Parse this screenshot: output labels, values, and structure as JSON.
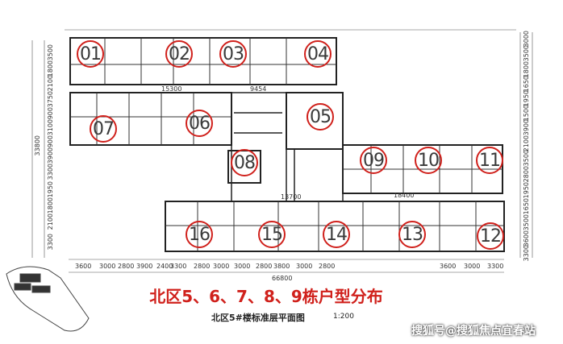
{
  "units": [
    "01",
    "02",
    "03",
    "04",
    "05",
    "06",
    "07",
    "08",
    "09",
    "10",
    "11",
    "12",
    "13",
    "14",
    "15",
    "16"
  ],
  "dims": {
    "bottom": [
      "3600",
      "3000",
      "2800",
      "3900",
      "2400",
      "3300",
      "2800",
      "3000",
      "3000",
      "2800",
      "3800",
      "3000",
      "2800",
      "3600",
      "3000",
      "3300"
    ],
    "total": "66800",
    "mid_top": [
      "15300",
      "9454"
    ],
    "mid_bottom": [
      "13700",
      "18400"
    ],
    "right": [
      "3000",
      "3500",
      "1800",
      "1650",
      "1950",
      "1500",
      "3900",
      "2100",
      "3500",
      "2800",
      "1950",
      "1650",
      "3500",
      "3600",
      "3300"
    ],
    "left": [
      "3500",
      "1800",
      "2100",
      "3750",
      "900",
      "3100",
      "900",
      "3900",
      "3300",
      "1950",
      "1800",
      "2100",
      "3300"
    ],
    "left_total": "33800"
  },
  "headline": "北区5、6、7、8、9栋户型分布",
  "subtitle": "北区5#楼标准层平面图",
  "scale": "1:200",
  "watermark": "搜狐号@搜狐焦点宜春站",
  "colors": {
    "marker": "#d0211c",
    "wall": "#222222",
    "headline": "#d0211c"
  }
}
